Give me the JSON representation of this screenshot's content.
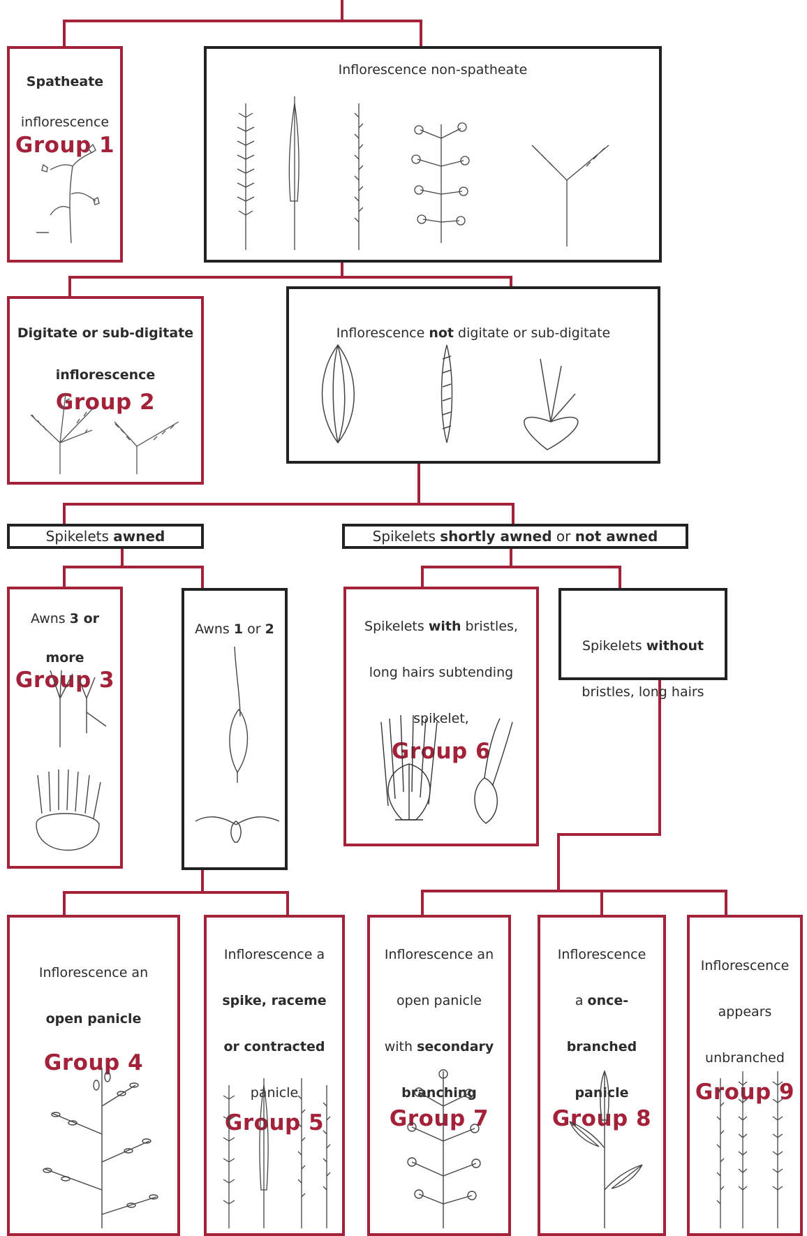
{
  "colors": {
    "accent": "#a3223a",
    "ink": "#222222"
  },
  "nodes": {
    "g1": {
      "lines": [
        "Spatheate",
        "inflorescence"
      ],
      "group": "Group 1"
    },
    "non_spatheate": {
      "text": "Inflorescence non-spatheate"
    },
    "g2": {
      "line1": "Digitate or sub-digitate",
      "line2": "inflorescence",
      "group": "Group 2"
    },
    "not_digitate": {
      "pre": "Inflorescence ",
      "bold": "not",
      "post": " digitate or sub-digitate"
    },
    "awned": {
      "pre": "Spikelets ",
      "bold": "awned"
    },
    "short_awned": {
      "pre": "Spikelets ",
      "bold1": "shortly awned",
      "mid": " or ",
      "bold2": "not awned"
    },
    "g3": {
      "pre": "Awns ",
      "bold1": "3",
      "mid": " or",
      "bold2": "more",
      "group": "Group 3"
    },
    "awns12": {
      "pre": "Awns ",
      "bold1": "1",
      "mid": " or ",
      "bold2": "2"
    },
    "g6": {
      "pre": "Spikelets ",
      "bold": "with",
      "post": " bristles,",
      "line2": "long hairs subtending",
      "line3": "spikelet,",
      "group": "Group 6"
    },
    "without": {
      "pre": "Spikelets ",
      "bold": "without",
      "line2": "bristles, long hairs"
    },
    "g4": {
      "line1": "Inflorescence an",
      "bold": "open panicle",
      "group": "Group 4"
    },
    "g5": {
      "line1": "Inflorescence a",
      "bold1": "spike, raceme",
      "bold2": "or contracted",
      "line4": "panicle",
      "group": "Group 5"
    },
    "g7": {
      "line1": "Inflorescence an",
      "line2": "open panicle",
      "line3": "with ",
      "bold3": "secondary",
      "bold4": "branching",
      "group": "Group 7"
    },
    "g8": {
      "line1": "Inflorescence",
      "line2": "a ",
      "bold2": "once-",
      "bold3": "branched",
      "bold4": "panicle",
      "group": "Group 8"
    },
    "g9": {
      "line1": "Inflorescence",
      "line2": "appears",
      "line3": "unbranched",
      "group": "Group 9"
    }
  }
}
